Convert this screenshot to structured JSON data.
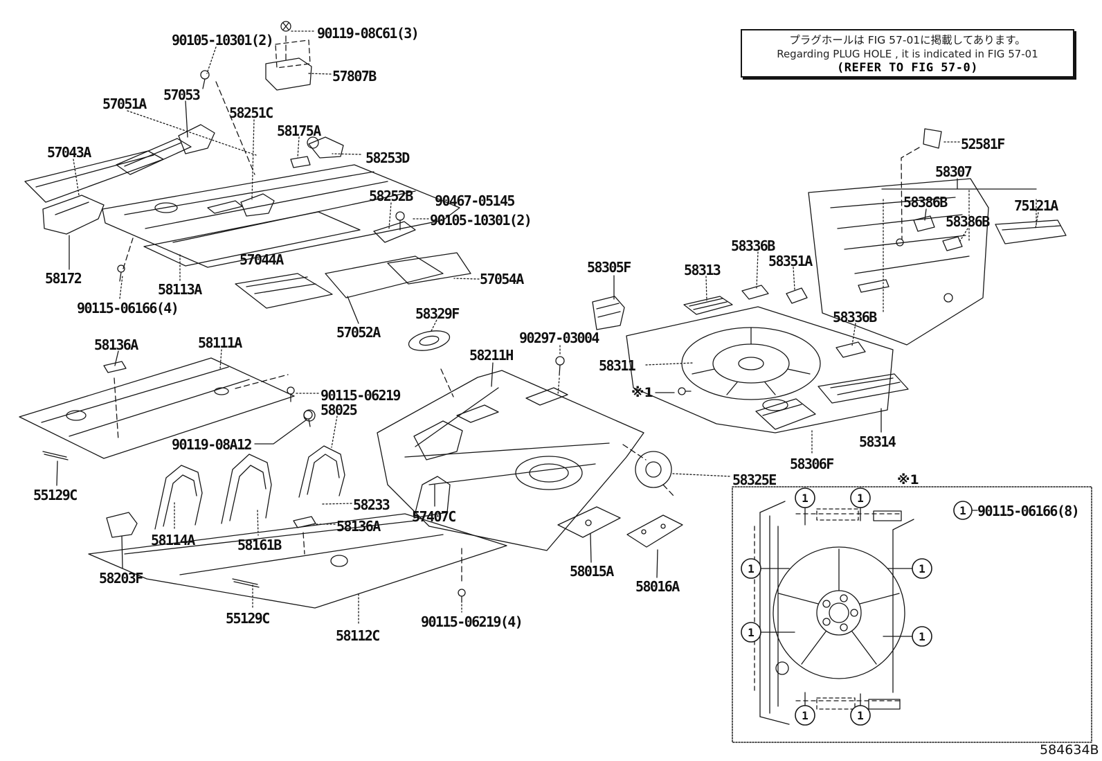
{
  "page": {
    "footer_code": "584634B"
  },
  "note_box": {
    "jp_line": "プラグホールは FIG 57-01に掲載してあります。",
    "en_line": "Regarding  PLUG  HOLE , it is indicated in FIG  57-01",
    "ref_line": "(REFER TO FIG 57-0)"
  },
  "inset": {
    "ref_mark": "※1",
    "callout_symbol": "1",
    "legend_part": "90115-06166(8)"
  },
  "labels": [
    {
      "text": "90105-10301(2)"
    },
    {
      "text": "90119-08C61(3)"
    },
    {
      "text": "57807B"
    },
    {
      "text": "57051A"
    },
    {
      "text": "57053"
    },
    {
      "text": "58251C"
    },
    {
      "text": "58175A"
    },
    {
      "text": "57043A"
    },
    {
      "text": "58253D"
    },
    {
      "text": "58252B"
    },
    {
      "text": "90467-05145"
    },
    {
      "text": "90105-10301(2)"
    },
    {
      "text": "58172"
    },
    {
      "text": "58113A"
    },
    {
      "text": "90115-06166(4)"
    },
    {
      "text": "57044A"
    },
    {
      "text": "57054A"
    },
    {
      "text": "57052A"
    },
    {
      "text": "58329F"
    },
    {
      "text": "58136A"
    },
    {
      "text": "58111A"
    },
    {
      "text": "90115-06219"
    },
    {
      "text": "58025"
    },
    {
      "text": "90119-08A12"
    },
    {
      "text": "55129C"
    },
    {
      "text": "58233"
    },
    {
      "text": "58114A"
    },
    {
      "text": "58161B"
    },
    {
      "text": "58136A"
    },
    {
      "text": "58203F"
    },
    {
      "text": "55129C"
    },
    {
      "text": "58112C"
    },
    {
      "text": "90115-06219(4)"
    },
    {
      "text": "57407C"
    },
    {
      "text": "58211H"
    },
    {
      "text": "90297-03004"
    },
    {
      "text": "58311"
    },
    {
      "text": "※1"
    },
    {
      "text": "58305F"
    },
    {
      "text": "58313"
    },
    {
      "text": "58336B"
    },
    {
      "text": "58351A"
    },
    {
      "text": "52581F"
    },
    {
      "text": "58307"
    },
    {
      "text": "58386B"
    },
    {
      "text": "58386B"
    },
    {
      "text": "75121A"
    },
    {
      "text": "58336B"
    },
    {
      "text": "58314"
    },
    {
      "text": "58306F"
    },
    {
      "text": "58325E"
    },
    {
      "text": "58015A"
    },
    {
      "text": "58016A"
    }
  ]
}
